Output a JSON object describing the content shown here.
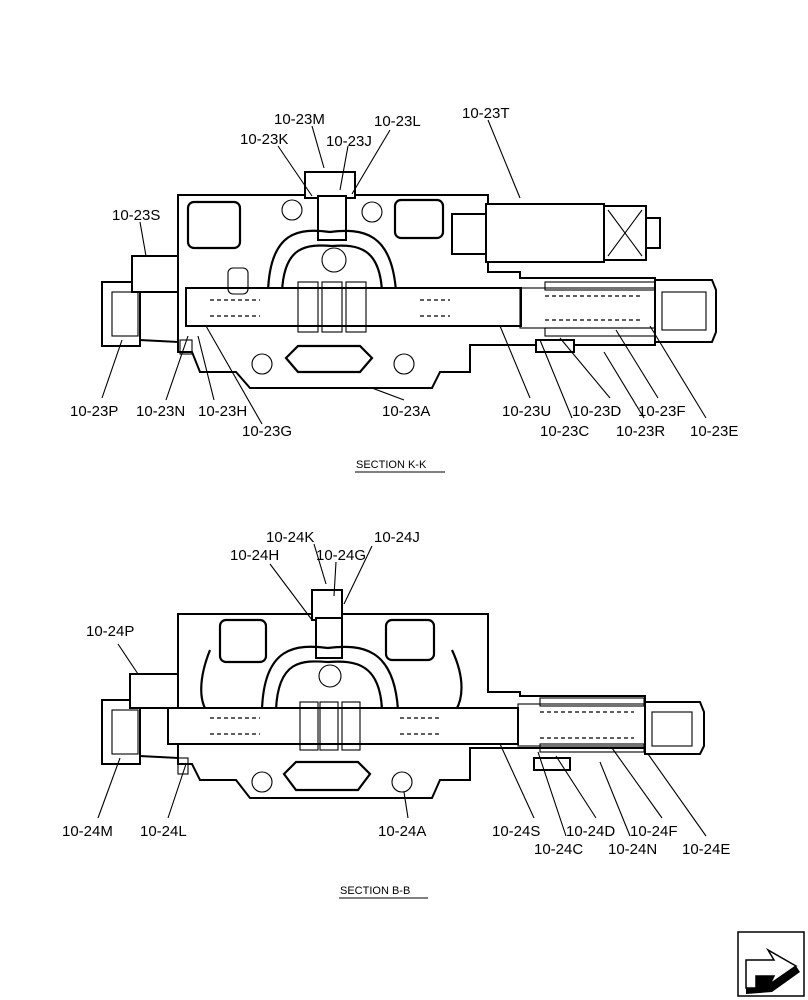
{
  "sections": [
    {
      "caption": "SECTION  K-K",
      "labels": {
        "M": "10-23M",
        "K": "10-23K",
        "J": "10-23J",
        "L": "10-23L",
        "T": "10-23T",
        "S": "10-23S",
        "P": "10-23P",
        "N": "10-23N",
        "H": "10-23H",
        "G": "10-23G",
        "A": "10-23A",
        "U": "10-23U",
        "C": "10-23C",
        "D": "10-23D",
        "R": "10-23R",
        "F": "10-23F",
        "E": "10-23E"
      }
    },
    {
      "caption": "SECTION  B-B",
      "labels": {
        "K": "10-24K",
        "H": "10-24H",
        "G": "10-24G",
        "J": "10-24J",
        "P": "10-24P",
        "M": "10-24M",
        "L": "10-24L",
        "A": "10-24A",
        "S": "10-24S",
        "C": "10-24C",
        "D": "10-24D",
        "N": "10-24N",
        "F": "10-24F",
        "E": "10-24E"
      }
    }
  ],
  "nav_icon": "next-page-arrow-icon"
}
